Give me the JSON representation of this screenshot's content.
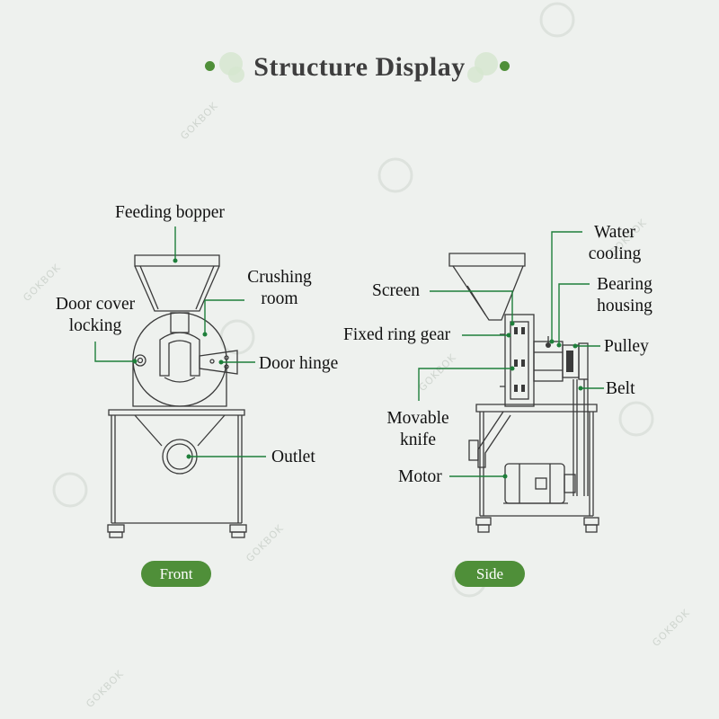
{
  "title": "Structure Display",
  "watermark": "GOKBOK",
  "colors": {
    "accent_green": "#4f8f39",
    "dot_light": "#d4e6ce",
    "line": "#333333"
  },
  "labels": {
    "feeding": "Feeding bopper",
    "crushing_1": "Crushing",
    "crushing_2": "room",
    "door_cover_1": "Door cover",
    "door_cover_2": "locking",
    "door_hinge": "Door hinge",
    "outlet": "Outlet",
    "screen": "Screen",
    "fixed_ring": "Fixed ring gear",
    "movable_1": "Movable",
    "movable_2": "knife",
    "motor": "Motor",
    "water_1": "Water",
    "water_2": "cooling",
    "bearing_1": "Bearing",
    "bearing_2": "housing",
    "pulley": "Pulley",
    "belt": "Belt"
  },
  "buttons": {
    "front": "Front",
    "side": "Side"
  }
}
